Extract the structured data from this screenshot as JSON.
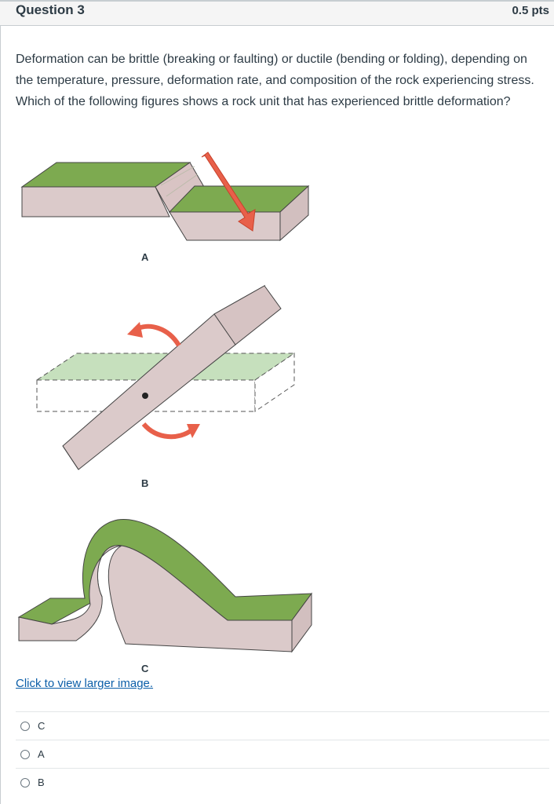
{
  "question": {
    "title": "Question 3",
    "points": "0.5 pts",
    "text": "Deformation can be brittle (breaking or faulting) or ductile (bending or folding), depending on the temperature, pressure, deformation rate, and composition of the rock experiencing stress. Which of the following figures shows a rock unit that has experienced brittle deformation?"
  },
  "figures": {
    "label_a": "A",
    "label_b": "B",
    "label_c": "C",
    "colors": {
      "grass": "#7daa50",
      "rock": "#dbcaca",
      "arrow": "#e8604a",
      "dashed_plane": "#c6e0bd"
    }
  },
  "link": {
    "text": "Click to view larger image."
  },
  "answers": [
    {
      "label": "C"
    },
    {
      "label": "A"
    },
    {
      "label": "B"
    }
  ]
}
